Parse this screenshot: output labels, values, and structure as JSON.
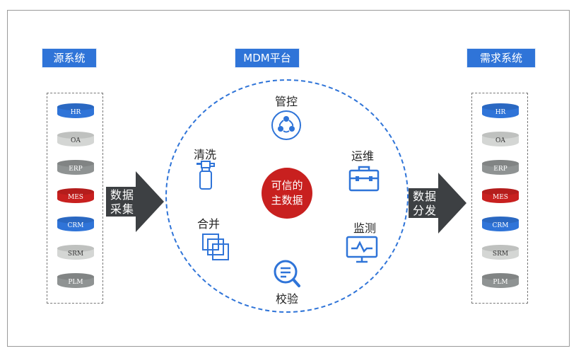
{
  "headers": {
    "source": "源系统",
    "platform": "MDM平台",
    "demand": "需求系统"
  },
  "source_systems": [
    {
      "label": "HR",
      "color": "#2f74d8"
    },
    {
      "label": "OA",
      "color": "#d4d6d4"
    },
    {
      "label": "ERP",
      "color": "#8f9393"
    },
    {
      "label": "MES",
      "color": "#c8201f"
    },
    {
      "label": "CRM",
      "color": "#2f74d8"
    },
    {
      "label": "SRM",
      "color": "#d4d6d4"
    },
    {
      "label": "PLM",
      "color": "#8f9393"
    }
  ],
  "demand_systems": [
    {
      "label": "HR",
      "color": "#2f74d8"
    },
    {
      "label": "OA",
      "color": "#d4d6d4"
    },
    {
      "label": "ERP",
      "color": "#8f9393"
    },
    {
      "label": "MES",
      "color": "#c8201f"
    },
    {
      "label": "CRM",
      "color": "#2f74d8"
    },
    {
      "label": "SRM",
      "color": "#d4d6d4"
    },
    {
      "label": "PLM",
      "color": "#8f9393"
    }
  ],
  "arrows": {
    "collect": {
      "line1": "数据",
      "line2": "采集"
    },
    "distribute": {
      "line1": "数据",
      "line2": "分发"
    }
  },
  "core": {
    "line1": "可信的",
    "line2": "主数据"
  },
  "functions": {
    "govern": "管控",
    "cleanse": "清洗",
    "maintain": "运维",
    "merge": "合并",
    "monitor": "监测",
    "verify": "校验"
  },
  "colors": {
    "accent_blue": "#2f74d8",
    "core_red": "#c8201f",
    "arrow_gray": "#3d4043"
  }
}
